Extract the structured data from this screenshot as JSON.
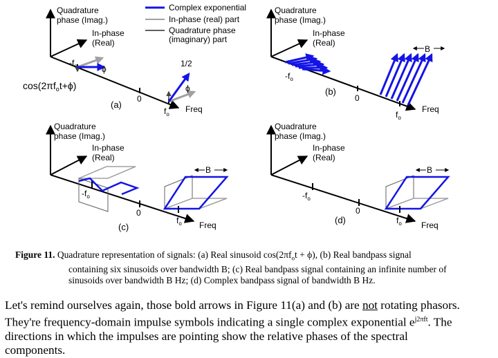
{
  "legend": {
    "items": [
      {
        "label": "Complex exponential",
        "color": "#1414e6"
      },
      {
        "label": "In-phase (real) part",
        "color": "#a0a0a0"
      },
      {
        "label": "Quadrature phase",
        "color": "#606060"
      },
      {
        "label": "(imaginary) part",
        "color": "#606060"
      }
    ]
  },
  "axes": {
    "quad_line1": "Quadrature",
    "quad_line2": "phase (Imag.)",
    "inphase_line1": "In-phase",
    "inphase_line2": "(Real)",
    "freq": "Freq",
    "zero": "0",
    "neg_f": "-f",
    "pos_f": "f",
    "sub_o": "o"
  },
  "panel_a": {
    "label": "(a)",
    "formula": "cos(2πf",
    "formula_sub": "o",
    "formula_tail": "t+ϕ)",
    "half": "1/2",
    "phi": "ϕ"
  },
  "panel_b": {
    "label": "(b)",
    "bandwidth": "B"
  },
  "panel_c": {
    "label": "(c)",
    "bandwidth": "B"
  },
  "panel_d": {
    "label": "(d)",
    "bandwidth": "B"
  },
  "caption": {
    "title": "Figure 11.",
    "line1": " Quadrature representation of signals: (a) Real sinusoid cos(2πf",
    "line1_sub": "o",
    "line1_tail": "t + ϕ), (b) Real bandpass signal",
    "line2": "containing six sinusoids over bandwidth B; (c) Real bandpass signal containing an infinite number of",
    "line3": "sinusoids over bandwidth B Hz; (d) Complex bandpass signal of bandwidth B Hz."
  },
  "body": {
    "l1_a": "Let's remind ourselves again, those bold arrows in Figure 11(a) and (b) are ",
    "l1_not": "not",
    "l1_b": " rotating phasors.",
    "l2": "They're frequency-domain impulse symbols indicating a single complex exponential e",
    "l2_sup": "j2πft",
    "l2_tail": ".  The",
    "l3": "directions in which the impulses are pointing show the relative phases of the spectral",
    "l4": "components."
  }
}
